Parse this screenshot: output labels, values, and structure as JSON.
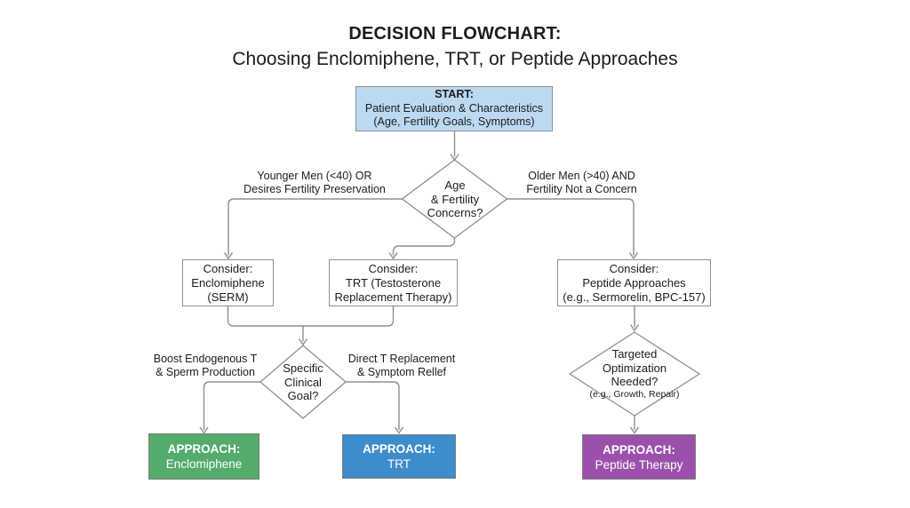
{
  "title": {
    "line1": "DECISION FLOWCHART:",
    "line2": "Choosing Enclomiphene, TRT, or Peptide Approaches"
  },
  "nodes": {
    "start": {
      "heading": "START:",
      "line1": "Patient Evaluation & Characteristics",
      "line2": "(Age, Fertility Goals, Symptoms)"
    },
    "decision1": {
      "line1": "Age",
      "line2": "& Fertility",
      "line3": "Concerns?"
    },
    "consider_enclomiphene": {
      "line1": "Consider:",
      "line2": "Enclomiphene",
      "line3": "(SERM)"
    },
    "consider_trt": {
      "line1": "Consider:",
      "line2": "TRT (Testosterone",
      "line3": "Replacement Therapy)"
    },
    "consider_peptide": {
      "line1": "Consider:",
      "line2": "Peptide Approaches",
      "line3": "(e.g., Sermorelin, BPC-157)"
    },
    "decision2": {
      "line1": "Specific",
      "line2": "Clinical",
      "line3": "Goal?"
    },
    "decision3": {
      "line1": "Targeted",
      "line2": "Optimization",
      "line3": "Needed?",
      "note": "(e.g., Growth, Repair)"
    },
    "approach_enclomiphene": {
      "heading": "APPROACH:",
      "label": "Enclomiphene"
    },
    "approach_trt": {
      "heading": "APPROACH:",
      "label": "TRT"
    },
    "approach_peptide": {
      "heading": "APPROACH:",
      "label": "Peptide Therapy"
    }
  },
  "edge_labels": {
    "younger": {
      "line1": "Younger Men (<40) OR",
      "line2": "Desires Fertility Preservation"
    },
    "older": {
      "line1": "Older Men (>40) AND",
      "line2": "Fertility Not a Concern"
    },
    "boost": {
      "line1": "Boost Endogenous T",
      "line2": "& Sperm Production"
    },
    "direct": {
      "line1": "Direct T Replacement",
      "line2": "& Symptom Rellef"
    }
  },
  "colors": {
    "start_fill": "#bcd9f2",
    "box_border": "#8f8f8f",
    "connector": "#8f8f8f",
    "text": "#1c1c1c",
    "approach_enclomiphene": "#53ab6c",
    "approach_trt": "#3d8ccb",
    "approach_peptide": "#9b51ac"
  }
}
